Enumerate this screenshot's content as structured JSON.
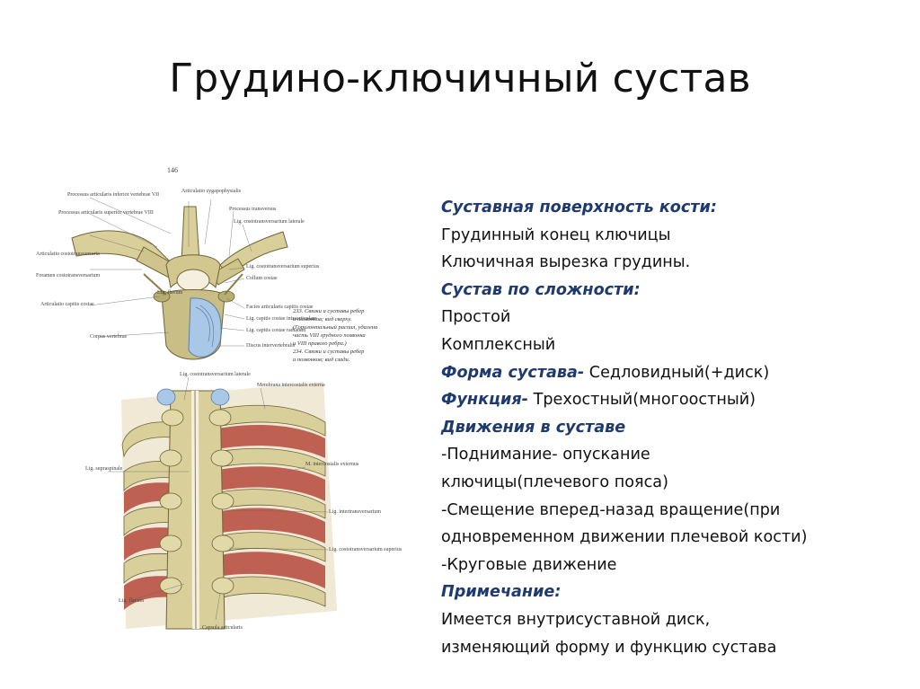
{
  "slide": {
    "title": "Грудино-ключичный сустав"
  },
  "figure": {
    "page_number": "146",
    "top_labels": [
      "Articulatio zygapophysialis",
      "Processus articularis inferior vertebrae VII",
      "Processus articularis superior vertebrae VIII",
      "Lig. costotransversarium laterale",
      "Articulatio costotransversaria",
      "Foramen costotransversarium",
      "Articulatio capitis costae",
      "Corpus vertebrae",
      "Lig. flavum",
      "Processus transversus",
      "Lig. costotransversarium superius",
      "Collum costae",
      "Facies articularis capitis costae",
      "Lig. capitis costae intraarticulare",
      "Lig. capitis costae radiatum",
      "Discus intervertebralis"
    ],
    "caption_lines": [
      "233. Связки и суставы ребер",
      "и позвонков; вид сверху.",
      "(Горизонтальный распил, удалена",
      "часть VIII грудного позвонка",
      "и VIII правого ребра.)",
      "234. Связки и суставы ребер",
      "и позвонков; вид сзади."
    ],
    "bottom_labels": [
      "Lig. costotransversarium laterale",
      "Membrana intercostalis externa",
      "Lig. supraspinale",
      "M. intercostalis externus",
      "Lig. intertransversarium",
      "Lig. costotransversarium superius",
      "Lig. flavum",
      "Capsula articularis"
    ]
  },
  "content": [
    {
      "type": "heading",
      "text": "Суставная поверхность кости:"
    },
    {
      "type": "text",
      "text": "Грудинный конец ключицы"
    },
    {
      "type": "text",
      "text": "Ключичная вырезка грудины."
    },
    {
      "type": "heading",
      "text": "Сустав по сложности:"
    },
    {
      "type": "text",
      "text": "Простой"
    },
    {
      "type": "text",
      "text": "Комплексный"
    },
    {
      "type": "mixed",
      "label": "Форма сустава-",
      "text": " Седловидный(+диск)"
    },
    {
      "type": "mixed",
      "label": "Функция-",
      "text": " Трехостный(многоостный)"
    },
    {
      "type": "heading",
      "text": "Движения в суставе"
    },
    {
      "type": "text",
      "text": "-Поднимание- опускание"
    },
    {
      "type": "text",
      "text": "ключицы(плечевого пояса)"
    },
    {
      "type": "text",
      "text": "-Смещение вперед-назад вращение(при"
    },
    {
      "type": "text",
      "text": "одновременном движении плечевой кости)"
    },
    {
      "type": "text",
      "text": "-Круговые движение"
    },
    {
      "type": "heading",
      "text": "Примечание:"
    },
    {
      "type": "text",
      "text": "Имеется внутрисуставной диск,"
    },
    {
      "type": "text",
      "text": "изменяющий форму и функцию сустава"
    }
  ],
  "colors": {
    "heading": "#1f3a6e",
    "bone": "#d9cf9a",
    "bone_dark": "#8a7f4a",
    "cartilage": "#a9c7e6",
    "muscle": "#b5493b",
    "ligament": "#e8e2cf"
  }
}
